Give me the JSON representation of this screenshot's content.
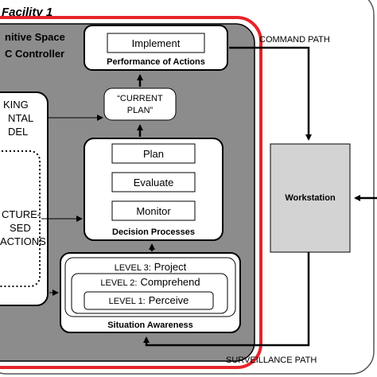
{
  "facility": {
    "label": "Facility 1"
  },
  "controller": {
    "title_line1": "nitive Space",
    "title_line2": "C Controller"
  },
  "actions": {
    "implement_label": "Implement",
    "title": "Performance of Actions"
  },
  "current_plan": {
    "line1": "“CURRENT",
    "line2": "PLAN”"
  },
  "decision": {
    "plan_label": "Plan",
    "evaluate_label": "Evaluate",
    "monitor_label": "Monitor",
    "title": "Decision Processes"
  },
  "situation": {
    "level3_prefix": "LEVEL 3:",
    "level3_name": "Project",
    "level2_prefix": "LEVEL 2:",
    "level2_name": "Comprehend",
    "level1_prefix": "LEVEL 1:",
    "level1_name": "Perceive",
    "title": "Situation Awareness"
  },
  "left_panel": {
    "model_line1": "KING",
    "model_line2": "NTAL",
    "model_line3": "DEL",
    "struct_line1": "CTURE-",
    "struct_line2": "SED",
    "struct_line3": "ACTIONS"
  },
  "workstation": {
    "label": "Workstation"
  },
  "paths": {
    "command": "COMMAND PATH",
    "surveillance": "SURVEILLANCE PATH"
  },
  "colors": {
    "red_border": "#e8232a",
    "gray_panel": "#8c8c8c",
    "workstation_fill": "#d3d3d3"
  }
}
